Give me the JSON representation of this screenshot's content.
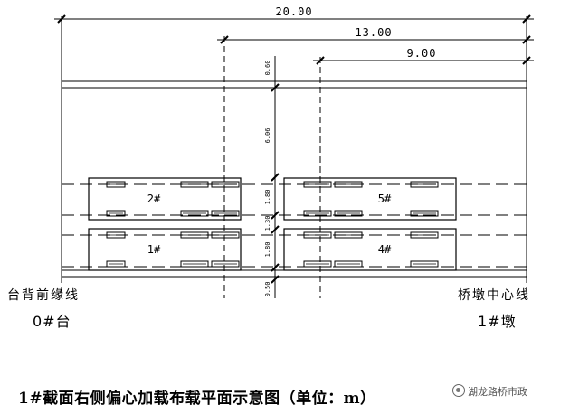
{
  "dimensions": {
    "overall": "20.00",
    "mid": "13.00",
    "small": "9.00"
  },
  "vertical_dims": [
    "0.60",
    "6.06",
    "1.80",
    "1.30",
    "1.80",
    "0.50"
  ],
  "vehicles": [
    {
      "label": "2#"
    },
    {
      "label": "1#"
    },
    {
      "label": "5#"
    },
    {
      "label": "4#"
    }
  ],
  "left_end": {
    "line": "台背前缘线",
    "support": "0#台"
  },
  "right_end": {
    "line": "桥墩中心线",
    "support": "1#墩"
  },
  "caption": "1#截面右侧偏心加载布载平面示意图（单位：m）",
  "watermark": "湖龙路桥市政"
}
